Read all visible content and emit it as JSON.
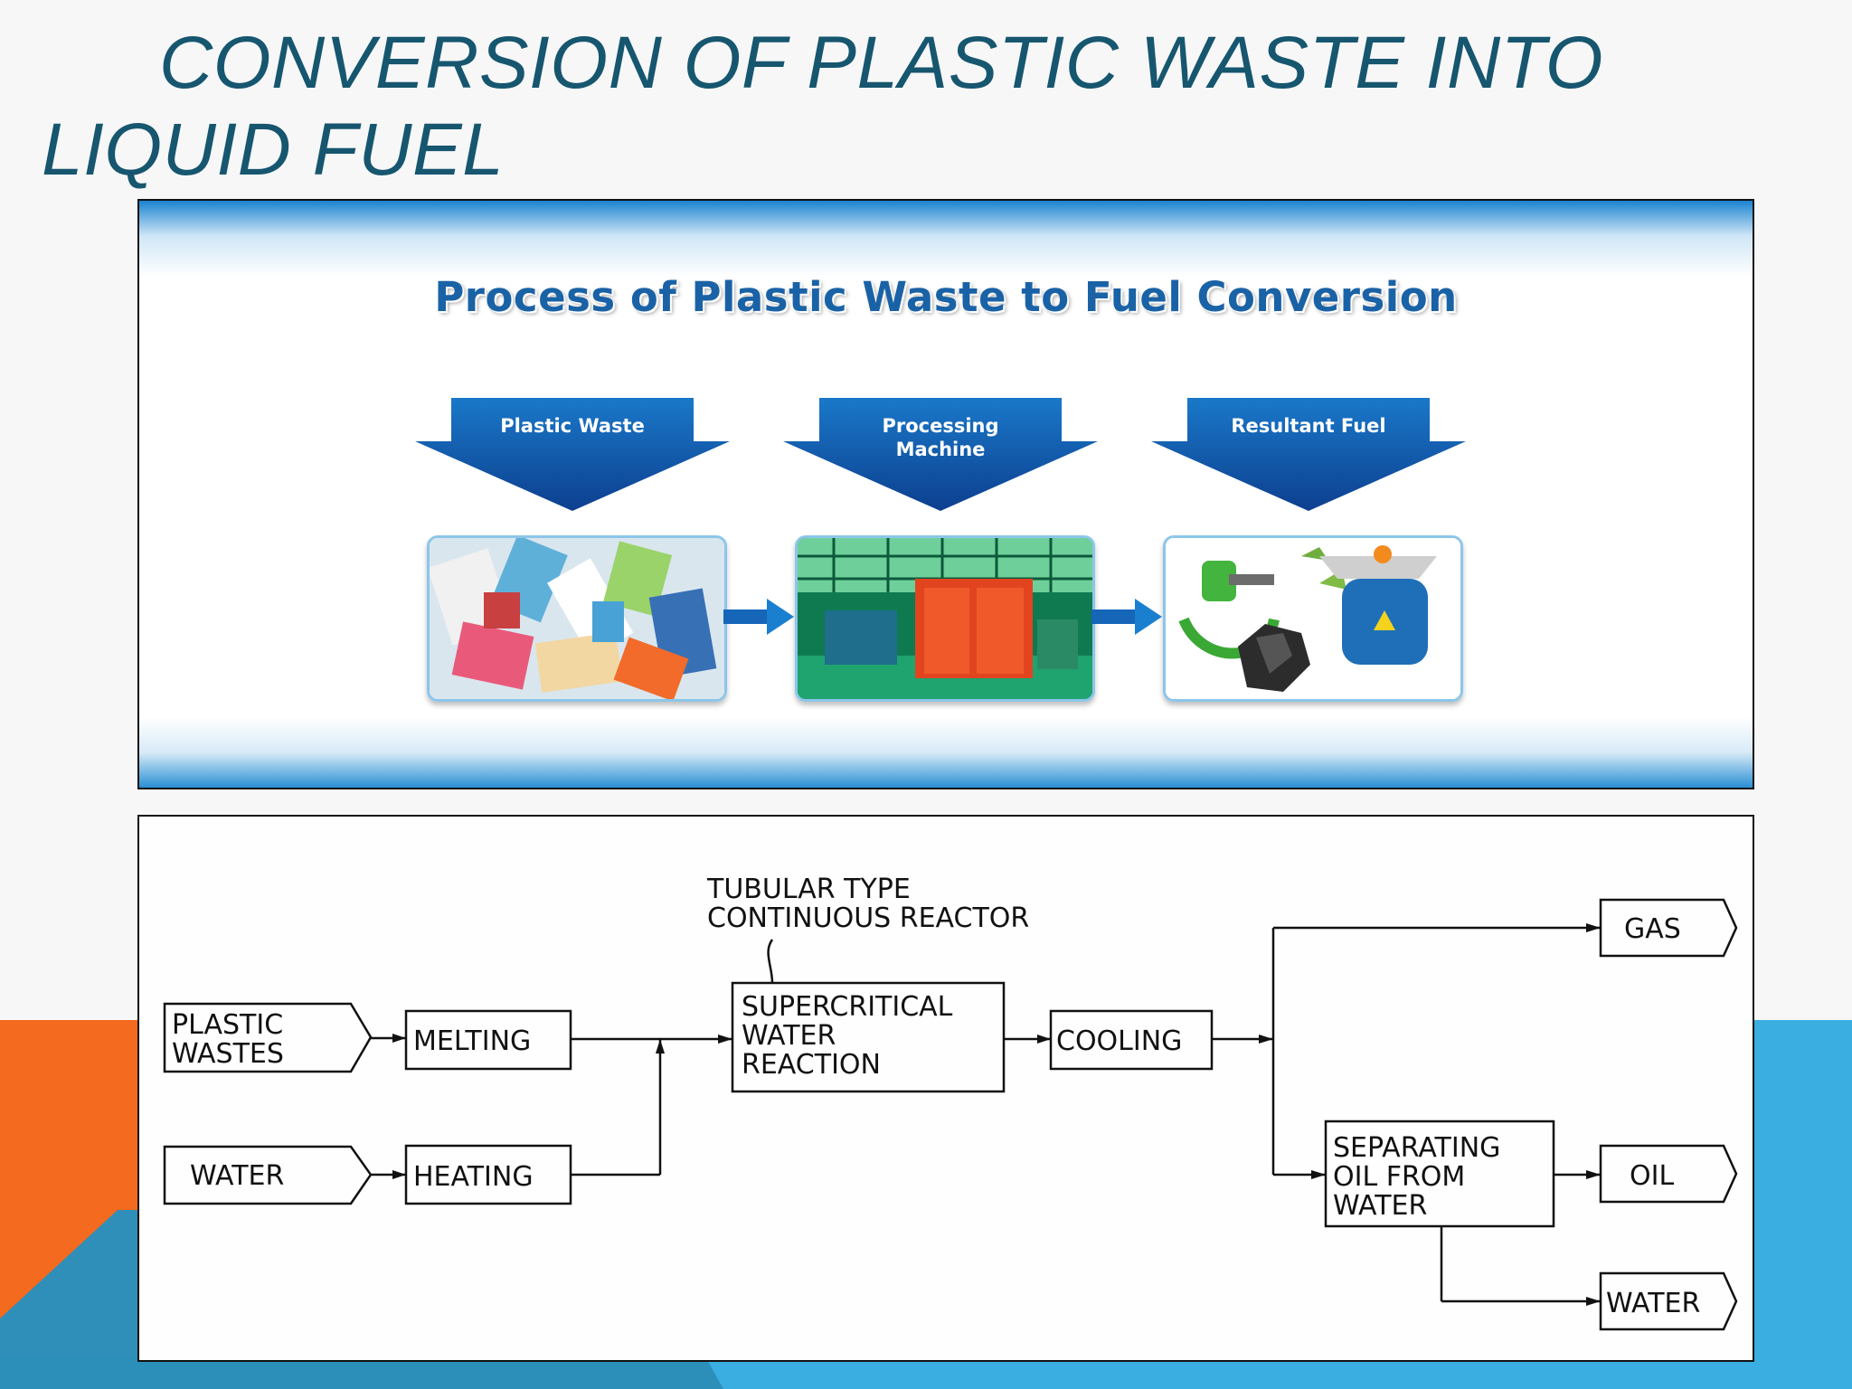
{
  "slide": {
    "title": "CONVERSION OF PLASTIC WASTE INTO LIQUID FUEL",
    "colors": {
      "title": "#17566f",
      "accent_orange": "#f46a1e",
      "accent_blue": "#3aaee0"
    }
  },
  "process_panel": {
    "title": "Process of Plastic Waste to Fuel Conversion",
    "stages": [
      {
        "label": "Plastic Waste",
        "image": "plastic-waste-photo"
      },
      {
        "label": "Processing Machine",
        "image": "processing-machine-photo"
      },
      {
        "label": "Resultant Fuel",
        "image": "resultant-fuel-photo"
      }
    ]
  },
  "flow_diagram": {
    "reactor_note": [
      "TUBULAR TYPE",
      "CONTINUOUS REACTOR"
    ],
    "inputs": {
      "plastic": [
        "PLASTIC",
        "WASTES"
      ],
      "water": "WATER"
    },
    "steps": {
      "melting": "MELTING",
      "heating": "HEATING",
      "reaction": [
        "SUPERCRITICAL",
        "WATER",
        "REACTION"
      ],
      "cooling": "COOLING",
      "separating": [
        "SEPARATING",
        "OIL FROM",
        "WATER"
      ]
    },
    "outputs": {
      "gas": "GAS",
      "oil": "OIL",
      "water": "WATER"
    }
  }
}
